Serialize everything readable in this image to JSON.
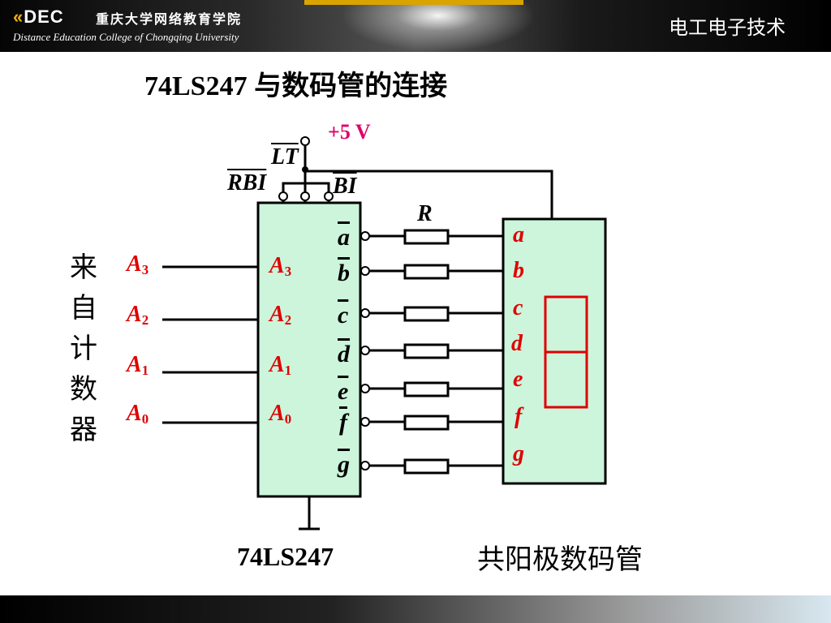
{
  "header": {
    "logo_text": "DEC",
    "school_cn": "重庆大学网络教育学院",
    "school_en": "Distance Education College of Chongqing University",
    "course_title": "电工电子技术"
  },
  "slide": {
    "title": "74LS247 与数码管的连接",
    "source_label": "来自计数器",
    "chip_caption": "74LS247",
    "display_caption": "共阳极数码管",
    "supply_label": "+5 V",
    "resistor_label": "R"
  },
  "chip": {
    "control_pins": [
      "LT",
      "RBI",
      "BI"
    ],
    "input_pins": [
      {
        "letter": "A",
        "index": "3"
      },
      {
        "letter": "A",
        "index": "2"
      },
      {
        "letter": "A",
        "index": "1"
      },
      {
        "letter": "A",
        "index": "0"
      }
    ],
    "output_pins": [
      "a",
      "b",
      "c",
      "d",
      "e",
      "f",
      "g"
    ]
  },
  "external_inputs": [
    {
      "letter": "A",
      "index": "3"
    },
    {
      "letter": "A",
      "index": "2"
    },
    {
      "letter": "A",
      "index": "1"
    },
    {
      "letter": "A",
      "index": "0"
    }
  ],
  "display": {
    "segment_pins": [
      "a",
      "b",
      "c",
      "d",
      "e",
      "f",
      "g"
    ],
    "segment_color": "#e00000"
  },
  "colors": {
    "chip_fill": "#ccf5dc",
    "label_red": "#e00000",
    "supply_magenta": "#e0006a"
  }
}
